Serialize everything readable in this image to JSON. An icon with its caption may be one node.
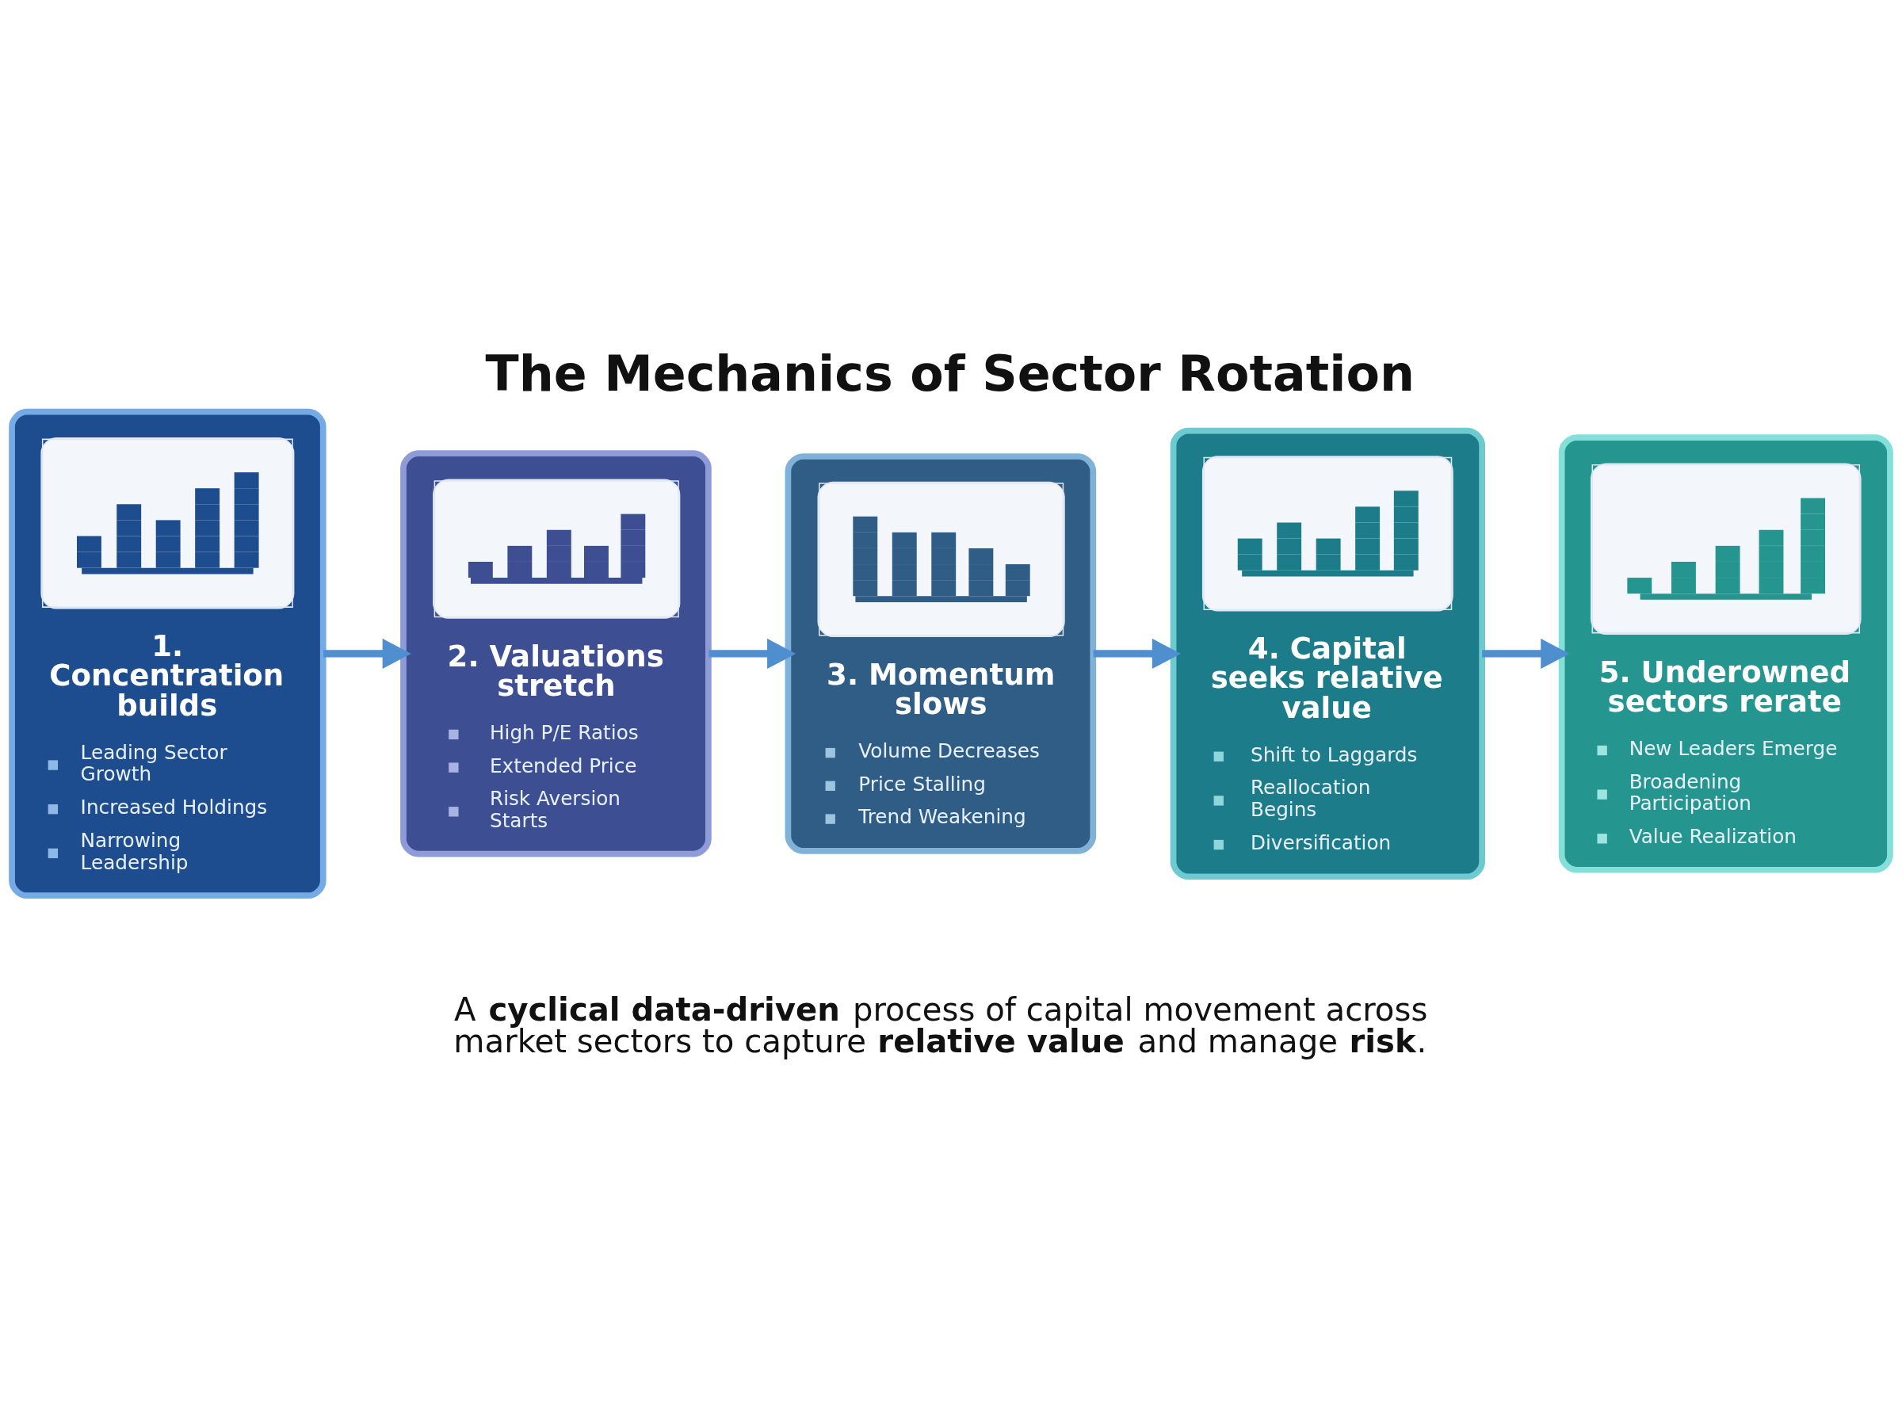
{
  "diagram": {
    "title": "The Mechanics of Sector Rotation",
    "caption": "A **cyclical data-driven** process of capital movement across market sectors to capture **relative value** and manage **risk**.",
    "nodes": [
      {
        "text": [
          "1. Concentration builds",
          "Leading Sector Growth",
          "Increased Holdings",
          "Narrowing Leadership"
        ]
      },
      {
        "text": [
          "2. Valuations stretch",
          "High P/E Ratios",
          "Extended Price",
          "Risk Aversion Starts"
        ]
      },
      {
        "text": [
          "3. Momentum slows",
          "Volume Decreases",
          "Price Stalling",
          "Trend Weakening"
        ]
      },
      {
        "text": [
          "4. Capital seeks relative value",
          "Shift to Laggards",
          "Reallocation Begins",
          "Diversification"
        ]
      },
      {
        "text": [
          "5. Underowned sectors rerate",
          "New Leaders Emerge",
          "Broadening Participation",
          "Value Realization"
        ]
      }
    ],
    "edges": [
      {
        "from": 0,
        "to": 1,
        "arrow": "to"
      },
      {
        "from": 1,
        "to": 2,
        "arrow": "to"
      },
      {
        "from": 2,
        "to": 3,
        "arrow": "to"
      },
      {
        "from": 3,
        "to": 4,
        "arrow": "to"
      }
    ]
  }
}
